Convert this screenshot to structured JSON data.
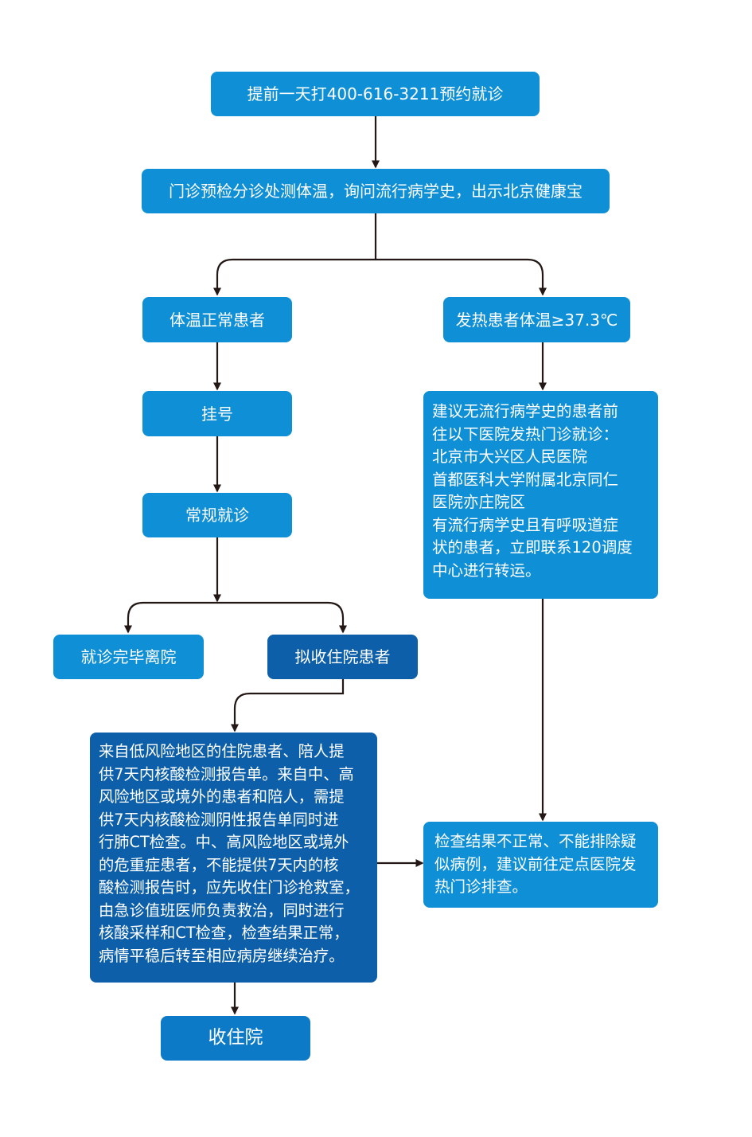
{
  "colors": {
    "light": "#0f8fd6",
    "mid": "#0c7ac6",
    "dark": "#0d5fa9",
    "line": "#231815"
  },
  "nodes": {
    "appointment": "提前一天打400-616-3211预约就诊",
    "triage": "门诊预检分诊处测体温，询问流行病学史，出示北京健康宝",
    "normal_temp": "体温正常患者",
    "fever": "发热患者体温≥37.3℃",
    "register": "挂号",
    "routine_visit": "常规就诊",
    "discharge": "就诊完毕离院",
    "to_admit": "拟收住院患者",
    "fever_advice": [
      "建议无流行病学史的患者前",
      "往以下医院发热门诊就诊：",
      "北京市大兴区人民医院",
      "首都医科大学附属北京同仁",
      "医院亦庄院区",
      "有流行病学史且有呼吸道症",
      "状的患者，立即联系120调度",
      "中心进行转运。"
    ],
    "admission_rules": [
      "来自低风险地区的住院患者、陪人提",
      "供7天内核酸检测报告单。来自中、高",
      "风险地区或境外的患者和陪人，需提",
      "供7天内核酸检测阴性报告单同时进",
      "行肺CT检查。中、高风险地区或境外",
      "的危重症患者，不能提供7天内的核",
      "酸检测报告时，应先收住门诊抢救室，",
      "由急诊值班医师负责救治，同时进行",
      "核酸采样和CT检查，检查结果正常，",
      "病情平稳后转至相应病房继续治疗。"
    ],
    "abnormal_result": [
      "检查结果不正常、不能排除疑",
      "似病例，建议前往定点医院发",
      "热门诊排查。"
    ],
    "admitted": "收住院"
  }
}
